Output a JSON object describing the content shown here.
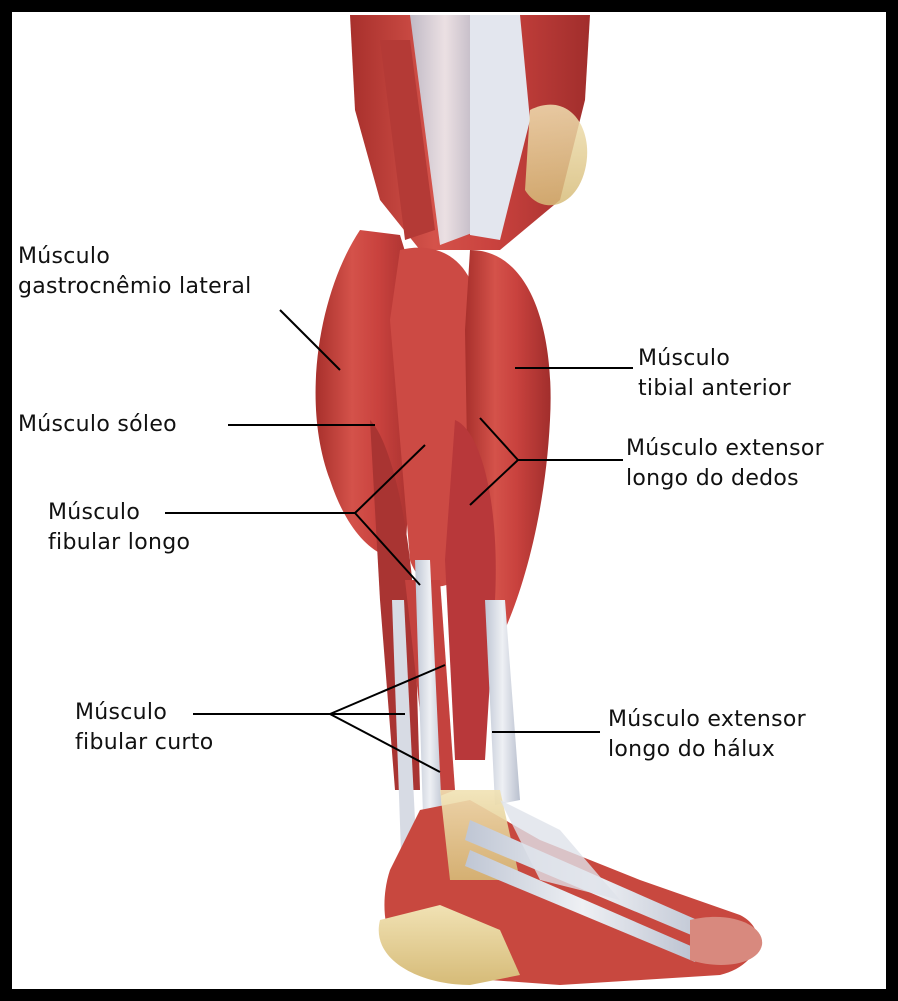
{
  "labels": {
    "gastrocnemius": {
      "line1": "Músculo",
      "line2": "gastrocnêmio lateral"
    },
    "soleus": {
      "line1": "Músculo sóleo"
    },
    "fibularis_longus": {
      "line1": "Músculo",
      "line2": "fibular longo"
    },
    "fibularis_brevis": {
      "line1": "Músculo",
      "line2": "fibular curto"
    },
    "tibialis_anterior": {
      "line1": "Músculo",
      "line2": "tibial anterior"
    },
    "ext_digitorum": {
      "line1": "Músculo extensor",
      "line2": "longo do dedos"
    },
    "ext_hallucis": {
      "line1": "Músculo extensor",
      "line2": "longo do hálux"
    }
  },
  "colors": {
    "muscle": "#c9423e",
    "muscle_dark": "#9e2a2a",
    "muscle_light": "#e07a6e",
    "tendon": "#d9dde6",
    "bone": "#e7d29a",
    "frame": "#000000"
  }
}
